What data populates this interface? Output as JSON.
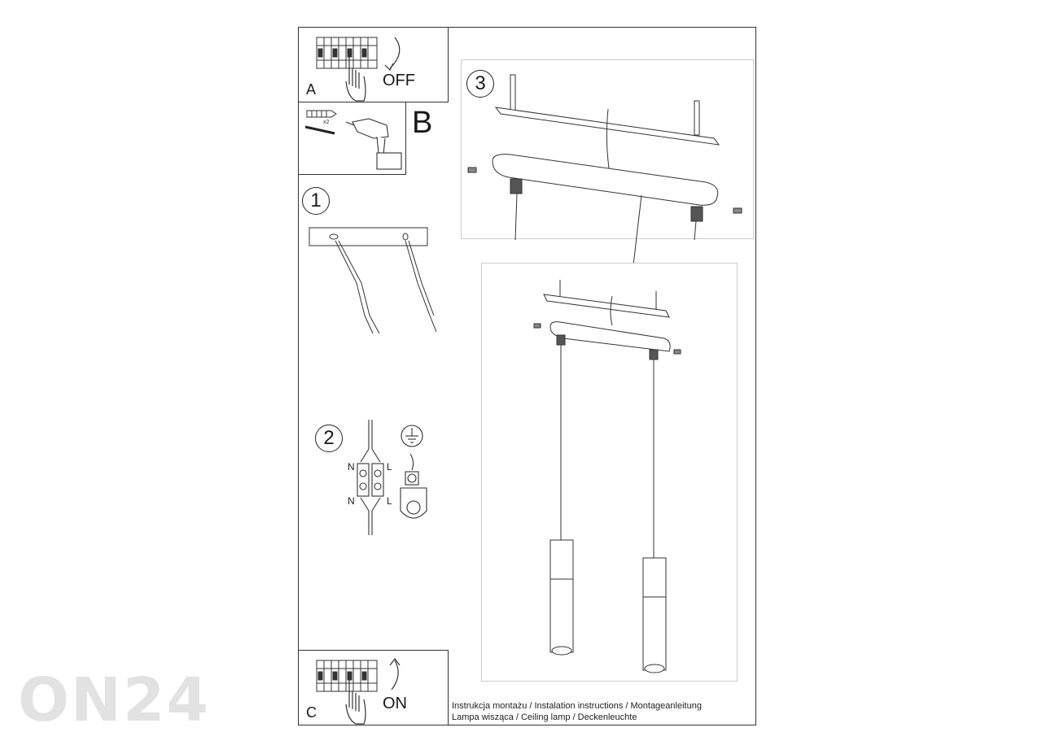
{
  "watermark": "ON24",
  "panel_a": {
    "label": "A",
    "text": "OFF"
  },
  "panel_b": {
    "label": "B",
    "multiplier": "x2"
  },
  "panel_c": {
    "label": "C",
    "text": "ON"
  },
  "steps": {
    "one": "1",
    "two": "2",
    "three": "3"
  },
  "wiring": {
    "n_top": "N",
    "l_top": "L",
    "n_bottom": "N",
    "l_bottom": "L"
  },
  "caption": {
    "line1": "Instrukcja montażu / Instalation instructions / Montageanleitung",
    "line2": "Lampa wisząca / Ceiling lamp / Deckenleuchte"
  },
  "icons": [
    "circuit-breaker-icon",
    "hand-icon",
    "arrow-icon",
    "drill-icon",
    "wall-plug-icon",
    "screw-icon",
    "ground-symbol-icon",
    "pendant-lamp-icon"
  ]
}
